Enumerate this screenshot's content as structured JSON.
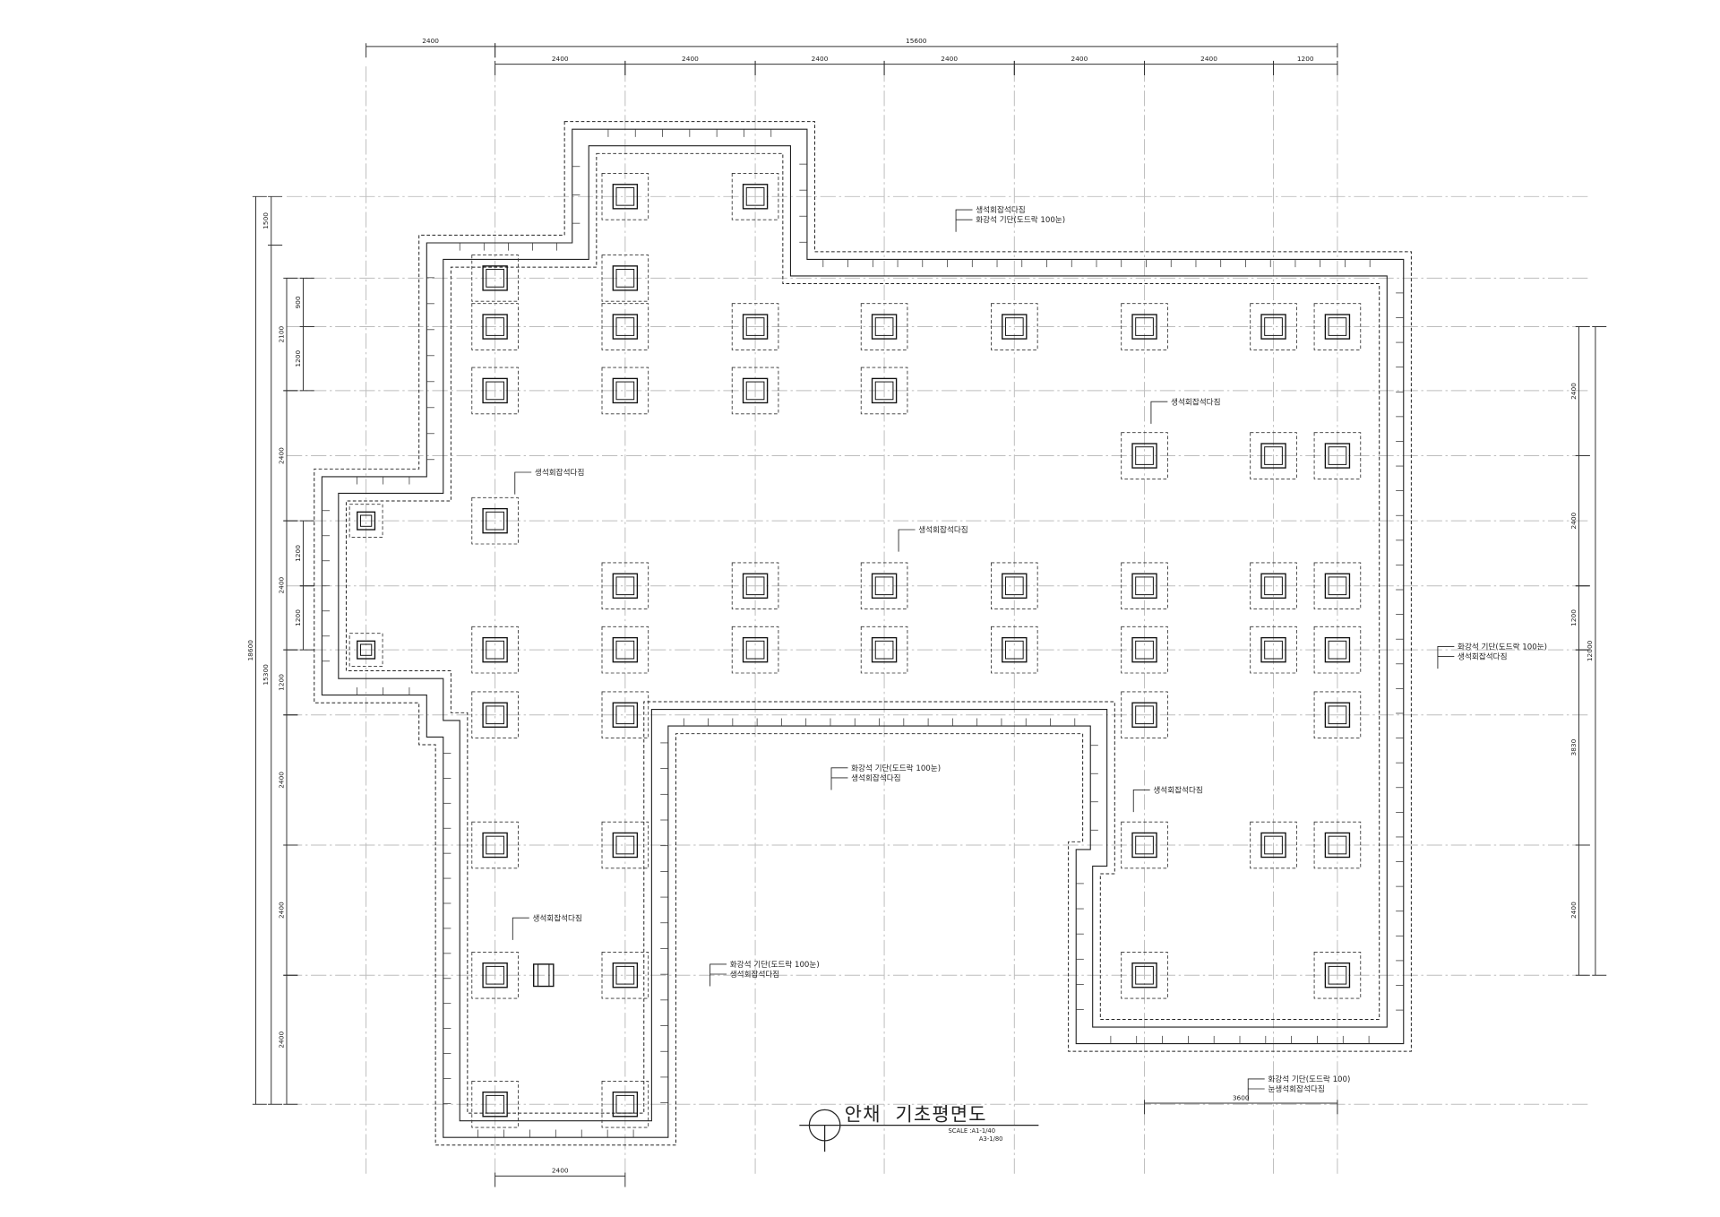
{
  "title": {
    "name": "안채  기초평면도",
    "scale_a1": "SCALE  :A1-1/40",
    "scale_a3": "A3-1/80"
  },
  "dimensions": {
    "top": {
      "overall_left": "2400",
      "overall": "15600",
      "bays": [
        "2400",
        "2400",
        "2400",
        "2400",
        "2400",
        "2400",
        "1200"
      ]
    },
    "left": {
      "total": "18600",
      "sub_top": "1500",
      "sub_main": "15300",
      "bays": [
        "2100",
        "2400",
        "2400",
        "1200",
        "2400",
        "2400",
        "2400"
      ],
      "details": [
        "900",
        "1200",
        "1200",
        "1200"
      ]
    },
    "right": {
      "total": "12000",
      "bays": [
        "2400",
        "2400",
        "1200",
        "3830",
        "2400"
      ]
    },
    "bottom": {
      "left_wing": "2400",
      "right_wing": "3600"
    }
  },
  "notes": [
    {
      "lines": [
        "생석회잡석다짐",
        "화강석 기단(도드락 100눈)"
      ]
    },
    {
      "lines": [
        "생석회잡석다짐"
      ]
    },
    {
      "lines": [
        "생석회잡석다짐"
      ]
    },
    {
      "lines": [
        "생석회잡석다짐"
      ]
    },
    {
      "lines": [
        "화강석 기단(도드락 100눈)",
        "생석회잡석다짐"
      ]
    },
    {
      "lines": [
        "화강석 기단(도드락 100눈)",
        "생석회잡석다짐"
      ]
    },
    {
      "lines": [
        "생석회잡석다짐"
      ]
    },
    {
      "lines": [
        "생석회잡석다짐"
      ]
    },
    {
      "lines": [
        "화강석 기단(도드락 100눈)",
        "생석회잡석다짐"
      ]
    },
    {
      "lines": [
        "화강석 기단(도드락 100)",
        "눈생석회잡석다짐"
      ]
    }
  ]
}
